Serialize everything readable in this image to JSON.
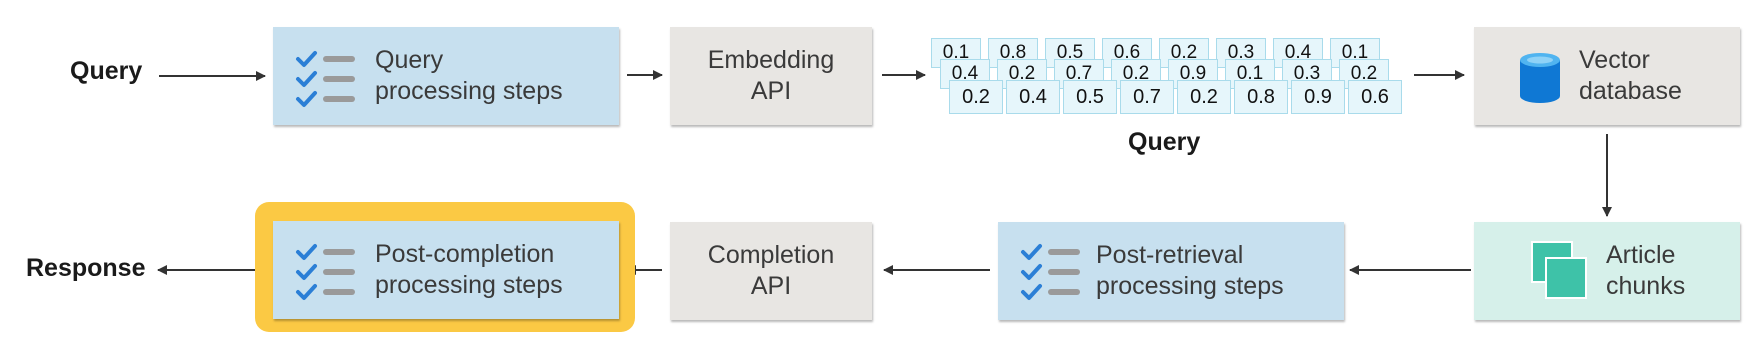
{
  "left_labels": {
    "query": "Query",
    "response": "Response"
  },
  "boxes": {
    "query_processing": [
      "Query",
      "processing steps"
    ],
    "embedding_api": [
      "Embedding",
      "API"
    ],
    "vector_database": [
      "Vector",
      "database"
    ],
    "article_chunks": [
      "Article",
      "chunks"
    ],
    "post_retrieval": [
      "Post-retrieval",
      "processing steps"
    ],
    "completion_api": [
      "Completion",
      "API"
    ],
    "post_completion": [
      "Post-completion",
      "processing steps"
    ]
  },
  "embedding": {
    "caption": "Query",
    "rows": [
      [
        "0.1",
        "0.8",
        "0.5",
        "0.6",
        "0.2",
        "0.3",
        "0.4",
        "0.1"
      ],
      [
        "0.4",
        "0.2",
        "0.7",
        "0.2",
        "0.9",
        "0.1",
        "0.3",
        "0.2"
      ],
      [
        "0.2",
        "0.4",
        "0.5",
        "0.7",
        "0.2",
        "0.8",
        "0.9",
        "0.6"
      ]
    ]
  },
  "colors": {
    "process_box": "#c7e0ef",
    "api_box": "#e8e6e3",
    "chunks_box": "#d6f0ea",
    "highlight": "#fbc944",
    "checklist_icon": "#2b7fd6",
    "database_icon": "#0f78d4",
    "chunks_icon": "#3ec2a8"
  },
  "icons": {
    "checklist": "checklist-icon",
    "database": "database-icon",
    "chunks": "document-stack-icon"
  }
}
